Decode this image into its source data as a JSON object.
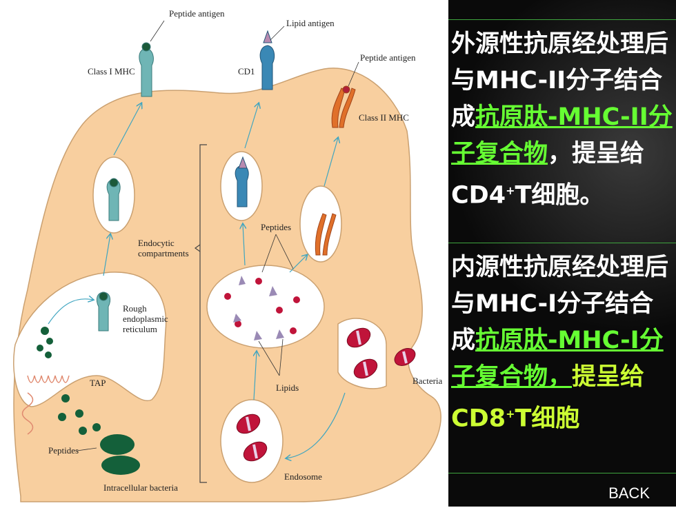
{
  "diagram": {
    "labels": {
      "peptide_antigen_top": "Peptide antigen",
      "lipid_antigen": "Lipid antigen",
      "peptide_antigen_right": "Peptide antigen",
      "class1": "Class I MHC",
      "cd1": "CD1",
      "class2": "Class II MHC",
      "endocytic": "Endocytic\ncompartments",
      "peptides_mid": "Peptides",
      "rough_er": "Rough\nendoplasmic\nreticulum",
      "tap": "TAP",
      "lipids": "Lipids",
      "bacteria": "Bacteria",
      "peptides_left": "Peptides",
      "endosome": "Endosome",
      "intracellular": "Intracellular bacteria"
    }
  },
  "panel": {
    "p1_pre": "外源性抗原经处理后与MHC-II分子结合成",
    "p1_hl": "抗原肽-MHC-II分子复合物",
    "p1_post1": "，提呈给",
    "p1_post2": "CD4",
    "p1_sup": "+",
    "p1_post3": "T细胞。",
    "p2_pre": "内源性抗原经处理后与MHC-I分子结合成",
    "p2_hl": "抗原肽-MHC-I分子复合物，",
    "p2_post1": "提呈给",
    "p2_post2": "CD8",
    "p2_sup": "+",
    "p2_post3": "T细胞",
    "back": "BACK",
    "colors": {
      "highlight": "#66ff33",
      "highlight2": "#ccff33",
      "rule": "#3fa63f"
    }
  }
}
